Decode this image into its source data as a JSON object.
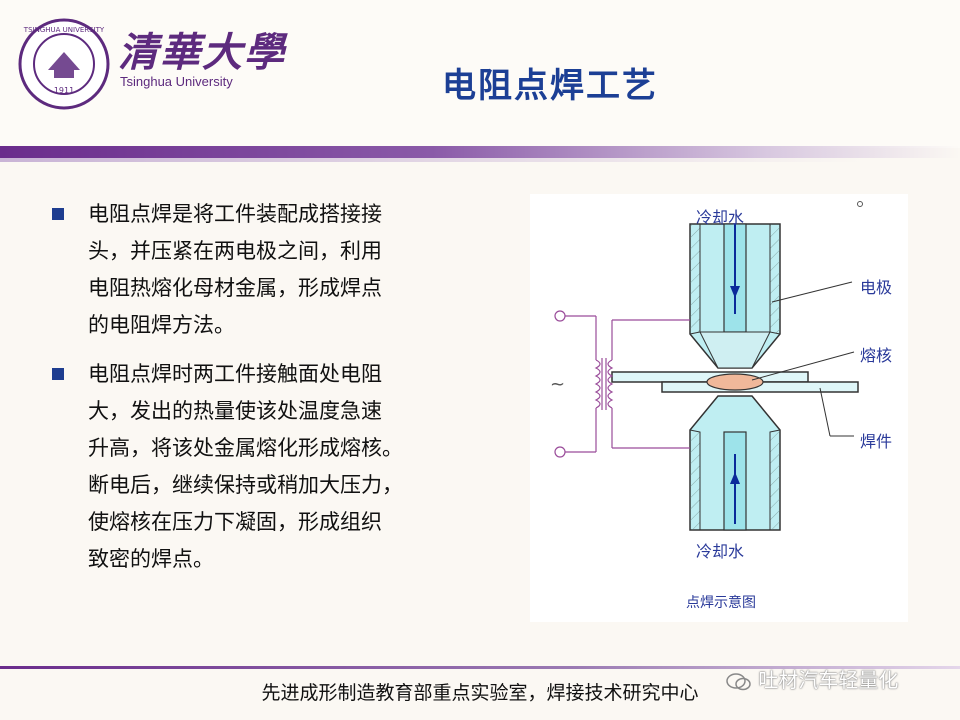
{
  "header": {
    "logo_cn": "清華大學",
    "logo_en": "Tsinghua University",
    "seal_year": "1911",
    "title": "电阻点焊工艺"
  },
  "content": {
    "bullets": [
      {
        "lines": [
          "电阻点焊是将工件装配成搭接接",
          "头，并压紧在两电极之间，利用",
          "电阻热熔化母材金属，形成焊点",
          "的电阻焊方法。"
        ]
      },
      {
        "lines": [
          "电阻点焊时两工件接触面处电阻",
          "大，发出的热量使该处温度急速",
          "升高，将该处金属熔化形成熔核。",
          "断电后，继续保持或稍加大压力，",
          "使熔核在压力下凝固，形成组织",
          "致密的焊点。"
        ]
      }
    ]
  },
  "diagram": {
    "label_top_water": "冷却水",
    "label_bottom_water": "冷却水",
    "label_electrode": "电极",
    "label_nugget": "熔核",
    "label_workpiece": "焊件",
    "source_symbol": "~",
    "caption": "点焊示意图"
  },
  "footer": {
    "text": "先进成形制造教育部重点实验室，焊接技术研究中心"
  },
  "watermark": {
    "text": "吐材汽车轻量化"
  },
  "colors": {
    "title_blue": "#1c3f95",
    "purple": "#6a2c8c",
    "electrode_cyan": "#bfeef2",
    "nugget": "#f0b89a"
  }
}
